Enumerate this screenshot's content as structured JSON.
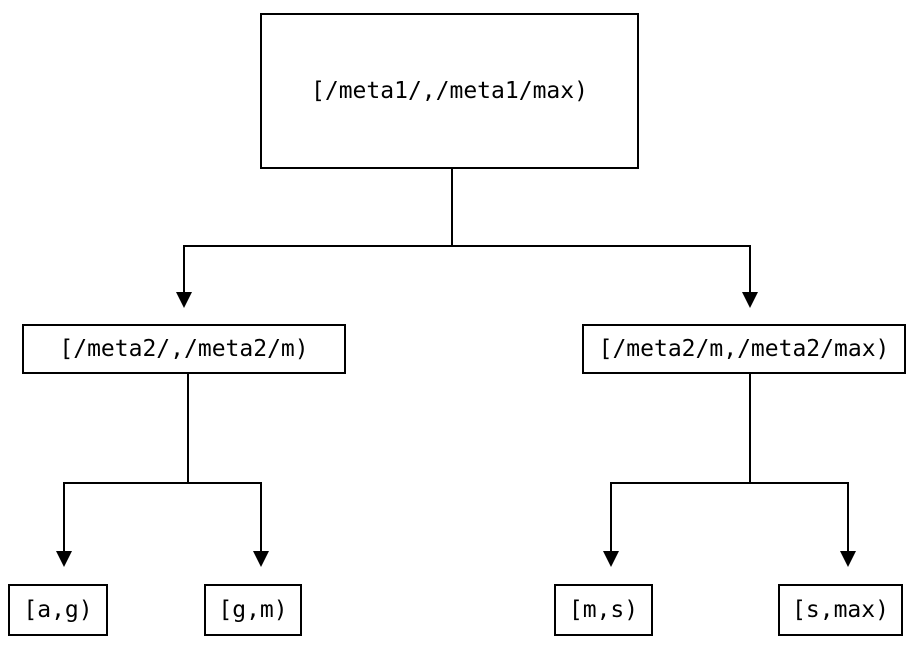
{
  "diagram": {
    "type": "tree",
    "description": "Two-level interval partition tree",
    "tree": {
      "root": {
        "label": "[/meta1/,/meta1/max)"
      },
      "children": [
        {
          "label": "[/meta2/,/meta2/m)",
          "children": [
            {
              "label": "[a,g)"
            },
            {
              "label": "[g,m)"
            }
          ]
        },
        {
          "label": "[/meta2/m,/meta2/max)",
          "children": [
            {
              "label": "[m,s)"
            },
            {
              "label": "[s,max)"
            }
          ]
        }
      ]
    },
    "edges": [
      "root -> [/meta2/,/meta2/m)",
      "root -> [/meta2/m,/meta2/max)",
      "[/meta2/,/meta2/m) -> [a,g)",
      "[/meta2/,/meta2/m) -> [g,m)",
      "[/meta2/m,/meta2/max) -> [m,s)",
      "[/meta2/m,/meta2/max) -> [s,max)"
    ],
    "colors": {
      "line": "#000000",
      "text": "#000000",
      "node_fill": "#ffffff",
      "background": "#ffffff"
    }
  }
}
